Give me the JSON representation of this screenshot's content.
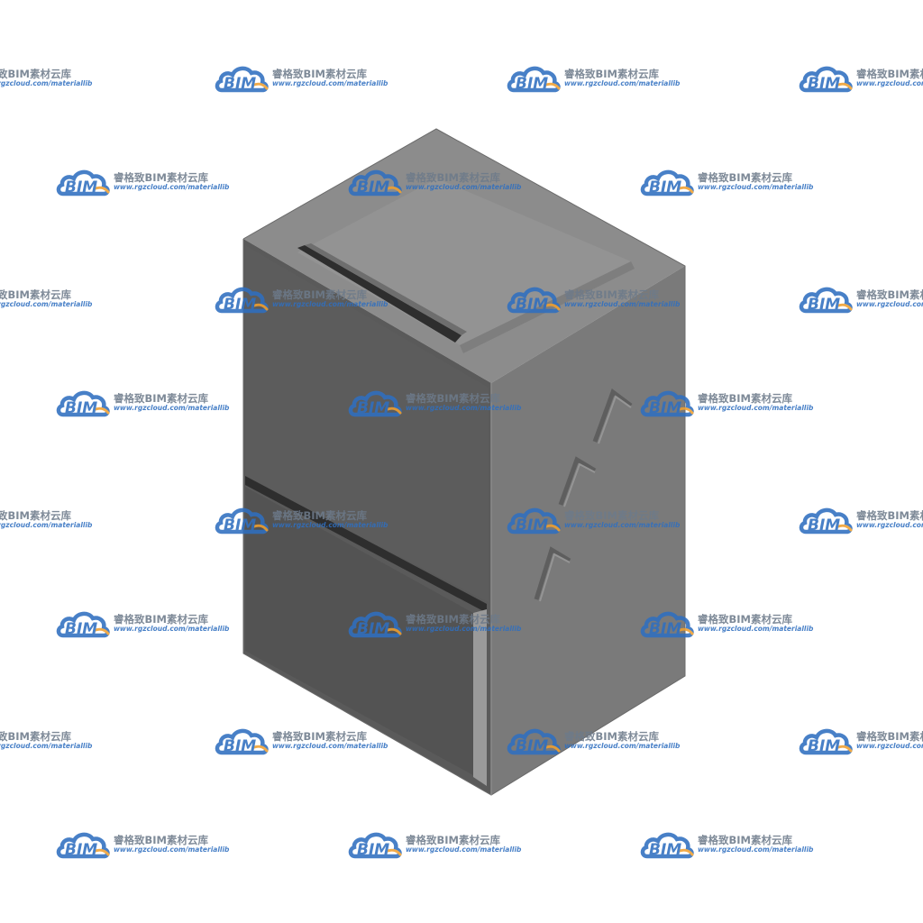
{
  "viewport": {
    "background": "#ffffff"
  },
  "model": {
    "object": "cabinet-block",
    "colors": {
      "top": "#8c8c8c",
      "top_raised": "#929292",
      "front": "#5a5a5a",
      "front_dark": "#4e4e4e",
      "side": "#7a7a7a",
      "groove": "#2e2e2e",
      "edge_light": "#9a9a9a"
    }
  },
  "watermark": {
    "logo_text": "BIM",
    "title": "睿格致BIM素材云库",
    "url": "www.rgzcloud.com/materiallib",
    "colors": {
      "logo_blue": "#2f6fc0",
      "logo_orange": "#f0a030",
      "title_gray": "#6d7a8a"
    }
  }
}
